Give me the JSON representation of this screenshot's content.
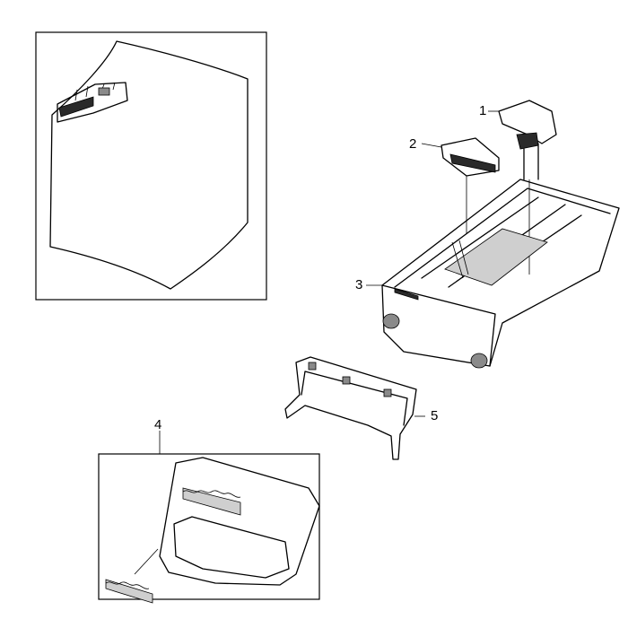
{
  "parts": [
    {
      "callout": "1"
    },
    {
      "callout": "2"
    },
    {
      "callout": "3"
    },
    {
      "callout": "4"
    },
    {
      "callout": "5"
    }
  ]
}
